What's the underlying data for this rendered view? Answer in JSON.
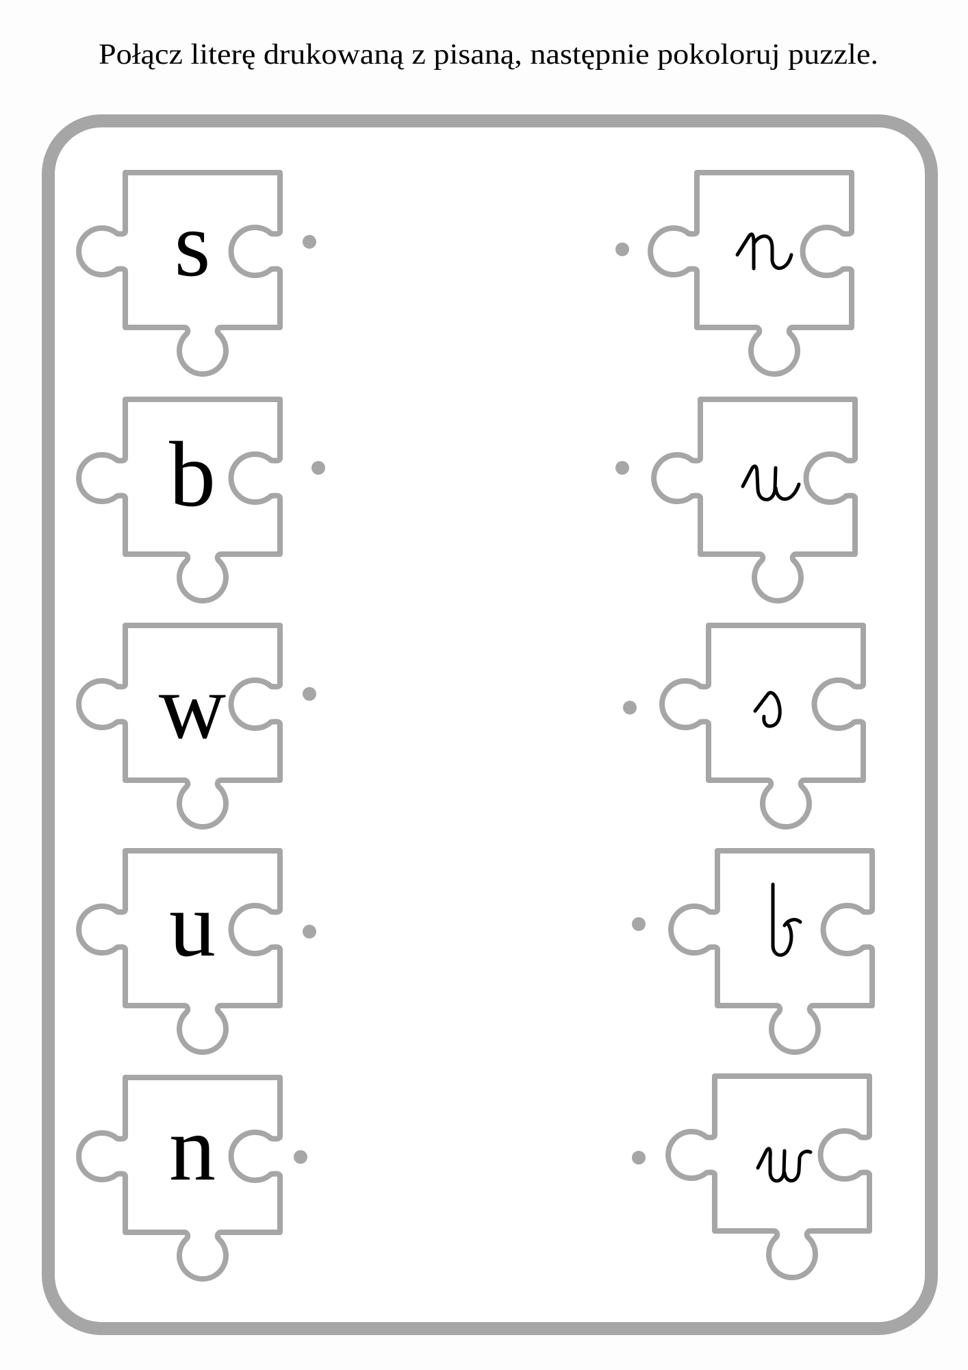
{
  "instruction": "Połącz literę drukowaną z pisaną, następnie pokoloruj puzzle.",
  "colors": {
    "outline": "#a6a6a6",
    "ink": "#000000",
    "paper": "#ffffff"
  },
  "printed_letters": [
    "s",
    "b",
    "w",
    "u",
    "n"
  ],
  "cursive_letters": [
    "n",
    "u",
    "s",
    "b",
    "w"
  ]
}
